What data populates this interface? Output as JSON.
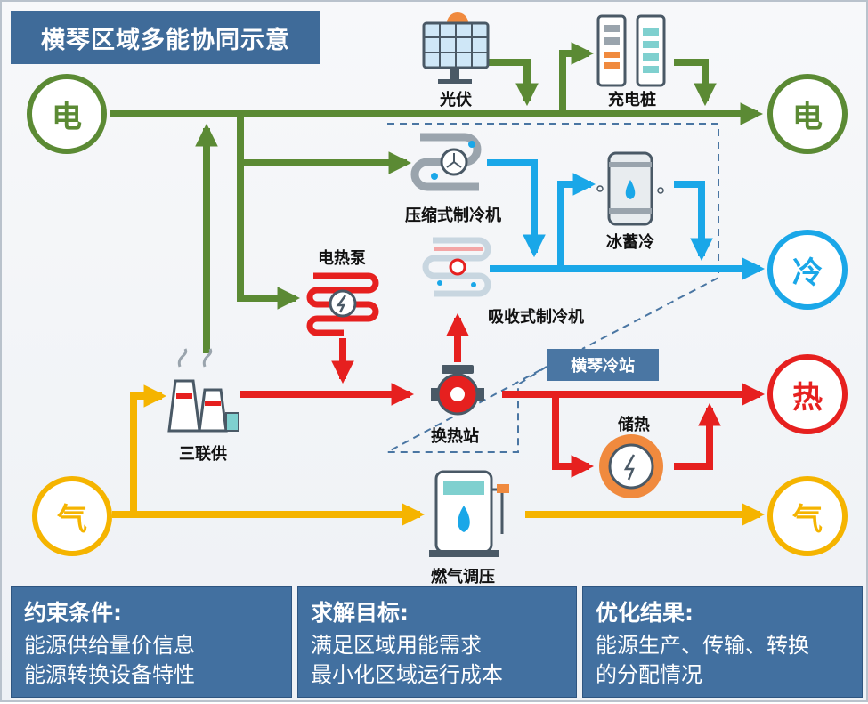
{
  "title": "横琴区域多能协同示意",
  "zone_label": "横琴冷站",
  "nodes": {
    "elec_left": "电",
    "elec_right": "电",
    "cold": "冷",
    "heat": "热",
    "gas_left": "气",
    "gas_right": "气"
  },
  "devices": {
    "pv": "光伏",
    "charger": "充电桩",
    "compressor_chiller": "压缩式制冷机",
    "ice_storage": "冰蓄冷",
    "heat_pump": "电热泵",
    "absorption_chiller": "吸收式制冷机",
    "trigeneration": "三联供",
    "heat_exchange": "换热站",
    "heat_storage": "储热",
    "gas_regulation": "燃气调压"
  },
  "panels": [
    {
      "title": "约束条件:",
      "lines": [
        "能源供给量价信息",
        "能源转换设备特性"
      ]
    },
    {
      "title": "求解目标:",
      "lines": [
        "满足区域用能需求",
        "最小化区域运行成本"
      ]
    },
    {
      "title": "优化结果:",
      "lines": [
        "能源生产、传输、转换",
        "的分配情况"
      ]
    }
  ],
  "colors": {
    "electricity": "#5b8a34",
    "cold": "#1aa7e8",
    "heat": "#e6201f",
    "gas": "#f5b400",
    "panel": "#4270a0"
  }
}
